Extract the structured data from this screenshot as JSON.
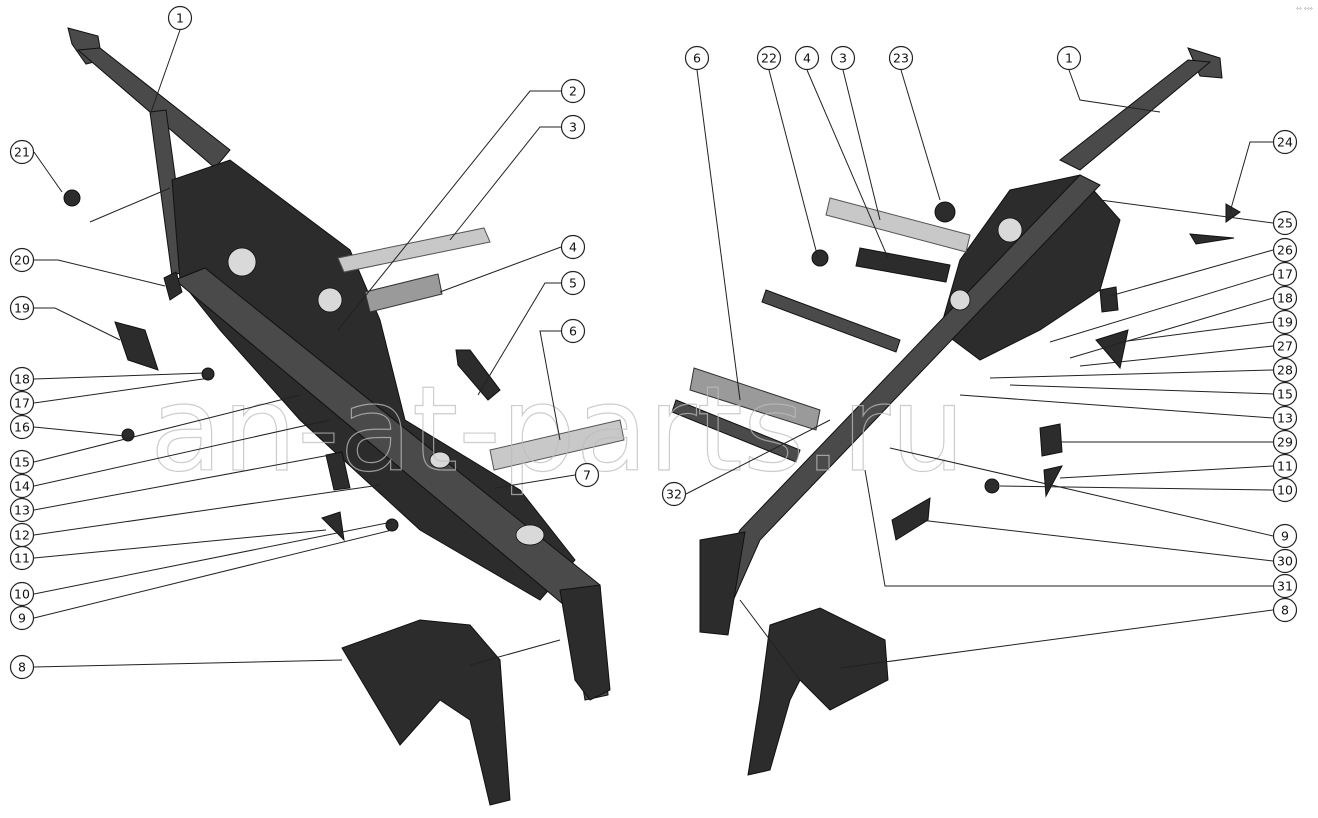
{
  "watermark": "an-at-parts.ru",
  "corner_mark": "°° °°°",
  "left_callouts": [
    {
      "label": "1"
    },
    {
      "label": "2"
    },
    {
      "label": "3"
    },
    {
      "label": "4"
    },
    {
      "label": "5"
    },
    {
      "label": "6"
    },
    {
      "label": "7"
    },
    {
      "label": "8"
    },
    {
      "label": "9"
    },
    {
      "label": "10"
    },
    {
      "label": "11"
    },
    {
      "label": "12"
    },
    {
      "label": "13"
    },
    {
      "label": "14"
    },
    {
      "label": "15"
    },
    {
      "label": "16"
    },
    {
      "label": "17"
    },
    {
      "label": "18"
    },
    {
      "label": "19"
    },
    {
      "label": "20"
    },
    {
      "label": "21"
    }
  ],
  "right_callouts": [
    {
      "label": "6"
    },
    {
      "label": "22"
    },
    {
      "label": "4"
    },
    {
      "label": "3"
    },
    {
      "label": "23"
    },
    {
      "label": "1"
    },
    {
      "label": "24"
    },
    {
      "label": "25"
    },
    {
      "label": "26"
    },
    {
      "label": "17"
    },
    {
      "label": "18"
    },
    {
      "label": "19"
    },
    {
      "label": "27"
    },
    {
      "label": "28"
    },
    {
      "label": "15"
    },
    {
      "label": "13"
    },
    {
      "label": "29"
    },
    {
      "label": "11"
    },
    {
      "label": "10"
    },
    {
      "label": "9"
    },
    {
      "label": "30"
    },
    {
      "label": "31"
    },
    {
      "label": "8"
    },
    {
      "label": "32"
    }
  ]
}
